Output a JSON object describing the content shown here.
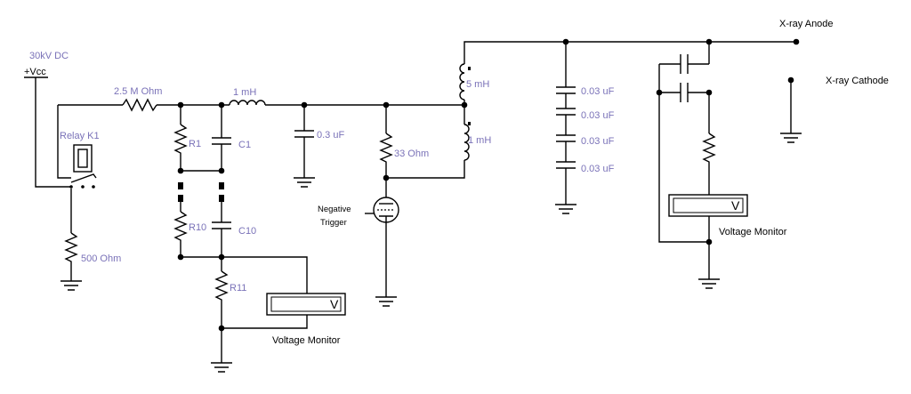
{
  "supply": {
    "voltage": "30kV DC",
    "name": "+Vcc"
  },
  "relay": {
    "label": "Relay K1"
  },
  "resistors": {
    "charge": "2.5 M Ohm",
    "relay_load": "500  Ohm",
    "r1": "R1",
    "r10": "R10",
    "r11": "R11",
    "grid": "33  Ohm"
  },
  "inductors": {
    "l1": "1 mH",
    "l2": "5 mH",
    "l3": "1 mH"
  },
  "capacitors": {
    "c1": "C1",
    "c10": "C10",
    "main": "0.3 uF",
    "bank": [
      "0.03 uF",
      "0.03 uF",
      "0.03 uF",
      "0.03 uF"
    ]
  },
  "trigger": {
    "line1": "Negative",
    "line2": "Trigger"
  },
  "xray": {
    "anode": "X-ray Anode",
    "cathode": "X-ray Cathode"
  },
  "monitors": [
    {
      "label": "Voltage Monitor",
      "symbol": "V"
    },
    {
      "label": "Voltage Monitor",
      "symbol": "V"
    }
  ]
}
